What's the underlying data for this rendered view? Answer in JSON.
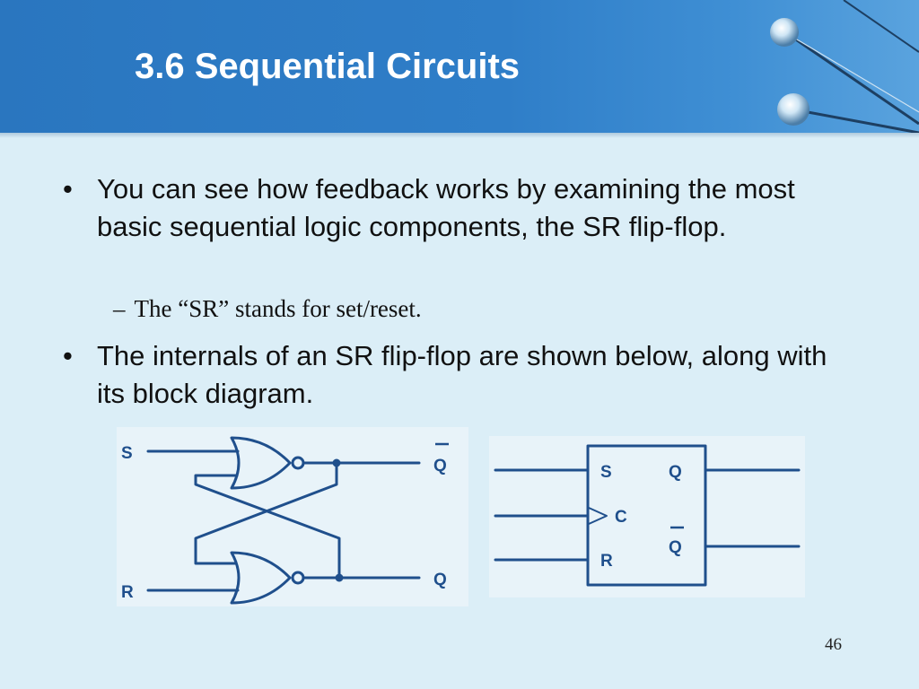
{
  "slide": {
    "title": "3.6 Sequential Circuits",
    "bullets": [
      {
        "marker": "•",
        "text": "You can see how feedback works by examining the most basic sequential logic components, the SR flip-flop."
      },
      {
        "marker": "•",
        "text": "The internals of an SR flip-flop are shown below, along with its block diagram."
      }
    ],
    "sub_bullet": {
      "marker": "–",
      "text": "The “SR” stands for set/reset."
    },
    "page_number": "46"
  },
  "circuit": {
    "input_s": "S",
    "input_r": "R",
    "output_q_bar": "Q",
    "output_q": "Q",
    "gate_type": "NOR"
  },
  "block": {
    "label_s": "S",
    "label_c": "C",
    "label_r": "R",
    "label_q": "Q",
    "label_q_bar": "Q"
  },
  "colors": {
    "header": "#2f7ec8",
    "background": "#dbeef7",
    "diagram_ink": "#1f4f8c",
    "title_text": "#ffffff"
  }
}
